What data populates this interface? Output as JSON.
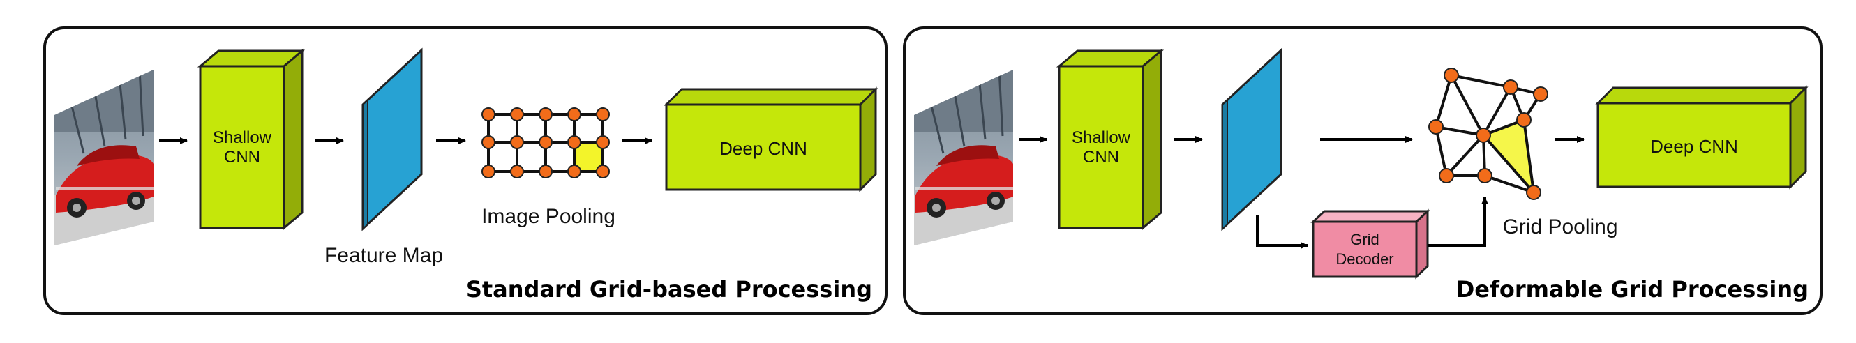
{
  "panels": [
    {
      "title": "Standard Grid-based Processing",
      "shallow_cnn": [
        "Shallow",
        "CNN"
      ],
      "feature_map_label": "Feature Map",
      "pooling_label": "Image Pooling",
      "deep_cnn": "Deep CNN"
    },
    {
      "title": "Deformable Grid Processing",
      "shallow_cnn": [
        "Shallow",
        "CNN"
      ],
      "grid_decoder": [
        "Grid",
        "Decoder"
      ],
      "pooling_label": "Grid Pooling",
      "deep_cnn": "Deep CNN"
    }
  ],
  "colors": {
    "cnn_fill": "#c5e70a",
    "feature_map_fill": "#27a2d3",
    "grid_node": "#f26c1a",
    "highlight": "#f3f42a",
    "decoder_fill": "#f08ca4"
  }
}
